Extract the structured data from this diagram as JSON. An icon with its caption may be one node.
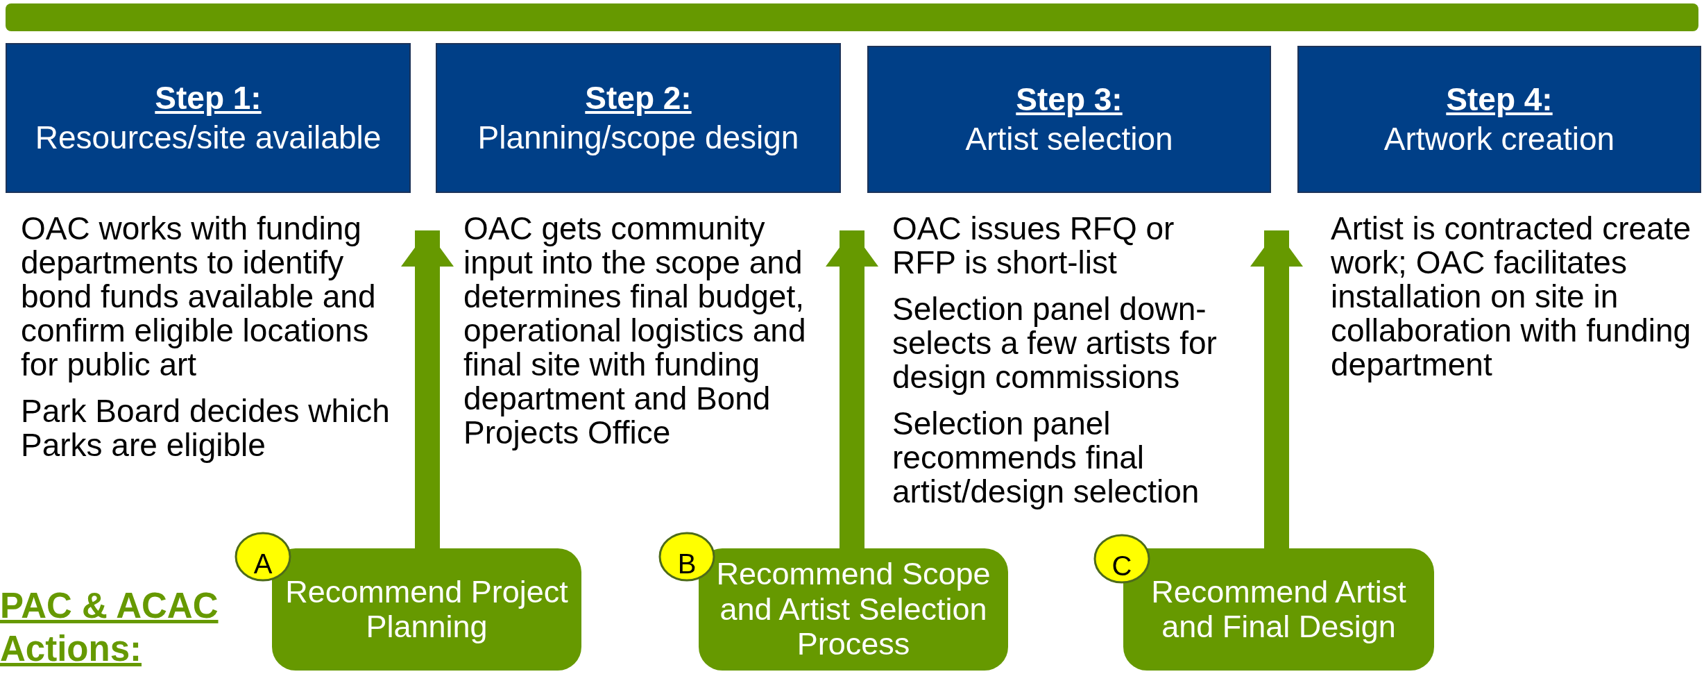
{
  "diagram": {
    "nodes": [
      {
        "text": [
          "Step 1:",
          "Resources/site available"
        ]
      },
      {
        "text": [
          "Step 2:",
          "Planning/scope design"
        ]
      },
      {
        "text": [
          "Step 3:",
          "Artist selection"
        ]
      },
      {
        "text": [
          "Step 4:",
          "Artwork creation"
        ]
      },
      {
        "text": [
          "Recommend Project Planning"
        ]
      },
      {
        "text": [
          "Recommend Scope and Artist Selection Process"
        ]
      },
      {
        "text": [
          "Recommend Artist and Final Design"
        ]
      },
      {
        "text": [
          "A"
        ]
      },
      {
        "text": [
          "B"
        ]
      },
      {
        "text": [
          "C"
        ]
      }
    ],
    "edges": [
      {
        "from": 4,
        "to": 0,
        "arrow": "to"
      },
      {
        "from": 5,
        "to": 2,
        "arrow": "to"
      },
      {
        "from": 6,
        "to": 2,
        "arrow": "to"
      }
    ],
    "labels": [
      "OAC works with funding departments to identify bond funds available and confirm eligible locations for public art",
      "Park Board decides which Parks are eligible",
      "OAC gets community input into the scope and determines final budget, operational logistics and final site with funding department and Bond Projects Office",
      "OAC issues RFQ or RFP is short-list",
      "Selection panel down-selects a few artists for design commissions",
      "Selection panel recommends final artist/design selection",
      "Artist is contracted create work; OAC facilitates installation on site in collaboration with funding department",
      "PAC & ACAC Actions:"
    ]
  }
}
